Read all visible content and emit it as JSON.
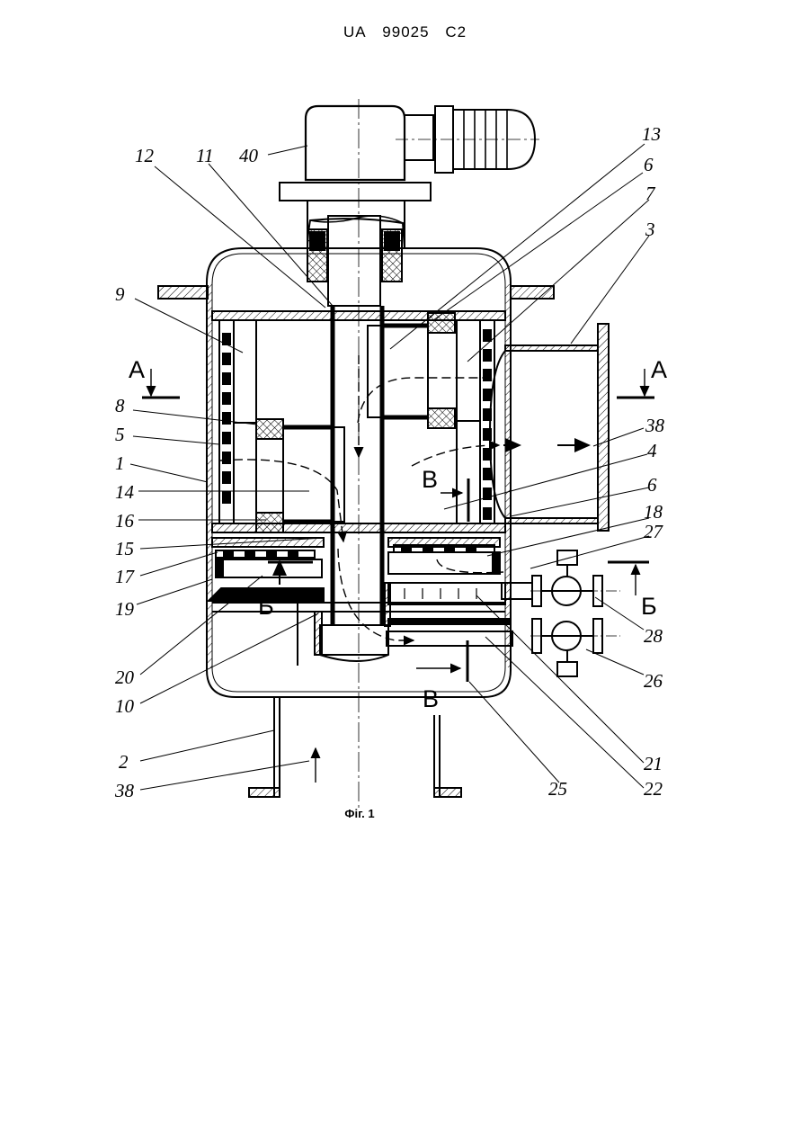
{
  "header": {
    "country": "UA",
    "number": "99025",
    "kind": "C2"
  },
  "caption": "Фіг. 1",
  "section_marks": {
    "a": "А",
    "b": "Б",
    "v": "В"
  },
  "labels": {
    "n40": "40",
    "n12": "12",
    "n11": "11",
    "n13": "13",
    "n6a": "6",
    "n7": "7",
    "n3": "3",
    "n9": "9",
    "n8": "8",
    "n5": "5",
    "n1": "1",
    "n14": "14",
    "n16": "16",
    "n15": "15",
    "n17": "17",
    "n19": "19",
    "n20": "20",
    "n10": "10",
    "n2": "2",
    "n38a": "38",
    "n38b": "38",
    "n4": "4",
    "n6b": "6",
    "n18": "18",
    "n27": "27",
    "n28": "28",
    "n26": "26",
    "n21": "21",
    "n22": "22",
    "n25": "25"
  }
}
